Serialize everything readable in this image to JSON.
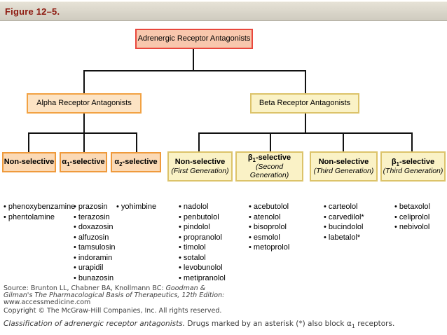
{
  "figure_header": {
    "title": "Figure 12–5."
  },
  "tree": {
    "root": {
      "label": "Adrenergic Receptor Antagonists"
    },
    "alpha": {
      "label": "Alpha Receptor Antagonists"
    },
    "beta": {
      "label": "Beta Receptor Antagonists"
    },
    "alpha_children": [
      {
        "pre": "Non-selective",
        "sub": "",
        "post": ""
      },
      {
        "pre": "α",
        "sub": "1",
        "post": "-selective"
      },
      {
        "pre": "α",
        "sub": "2",
        "post": "-selective"
      }
    ],
    "beta_children": [
      {
        "pre": "Non-selective",
        "sub": "",
        "post": "",
        "gen": "(First Generation)"
      },
      {
        "pre": "β",
        "sub": "1",
        "post": "-selective",
        "gen": "(Second Generation)"
      },
      {
        "pre": "Non-selective",
        "sub": "",
        "post": "",
        "gen": "(Third Generation)"
      },
      {
        "pre": "β",
        "sub": "1",
        "post": "-selective",
        "gen": "(Third Generation)"
      }
    ]
  },
  "drug_lists": {
    "alpha_nonselective": [
      "phenoxybenzamine",
      "phentolamine"
    ],
    "alpha1_selective": [
      "prazosin",
      "terazosin",
      "doxazosin",
      "alfuzosin",
      "tamsulosin",
      "indoramin",
      "urapidil",
      "bunazosin"
    ],
    "alpha2_selective": [
      "yohimbine"
    ],
    "beta_first_gen": [
      "nadolol",
      "penbutolol",
      "pindolol",
      "propranolol",
      "timolol",
      "sotalol",
      "levobunolol",
      "metipranolol"
    ],
    "beta_second_gen": [
      "acebutolol",
      "atenolol",
      "bisoprolol",
      "esmolol",
      "metoprolol"
    ],
    "beta_third_gen_nonselective": [
      "carteolol",
      "carvedilol*",
      "bucindolol",
      "labetalol*"
    ],
    "beta_third_gen_selective": [
      "betaxolol",
      "celiprolol",
      "nebivolol"
    ]
  },
  "source": {
    "line1_normal": "Source: Brunton LL, Chabner BA, Knollmann BC: ",
    "line1_italic": "Goodman &",
    "line2_italic": "Gilman's The Pharmacological Basis of Therapeutics, 12th Edition:",
    "line3": "www.accessmedicine.com",
    "copyright": "Copyright © The McGraw-Hill Companies, Inc. All rights reserved."
  },
  "caption": {
    "italic": "Classification of adrenergic receptor antagonists.",
    "normal": " Drugs marked by an asterisk (*) also block α",
    "sub": "1",
    "tail": " receptors."
  },
  "colors": {
    "header_bar": "#d8d4c8",
    "header_text": "#8d190f",
    "root_fill": "#f8c7ad",
    "root_border": "#e9473d",
    "alpha_fill": "#fce3c4",
    "alpha_border": "#f2a243",
    "beta_fill": "#faf2c6",
    "beta_border": "#dcc36a",
    "connector": "#111111"
  }
}
